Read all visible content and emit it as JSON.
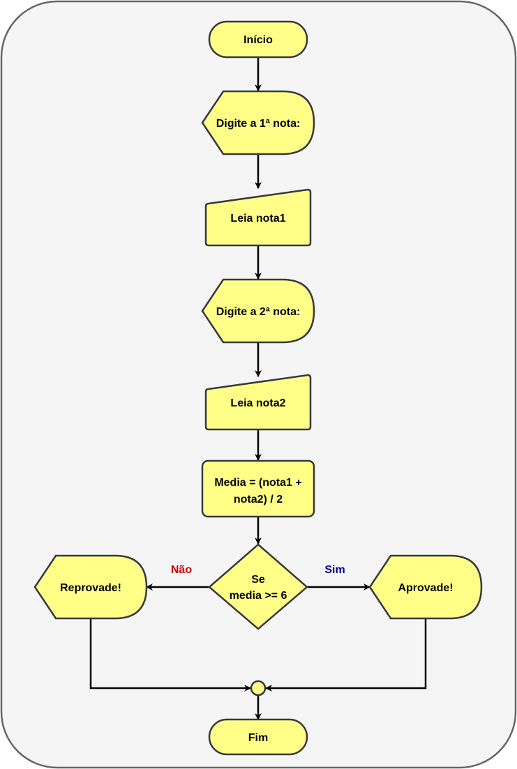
{
  "diagram": {
    "start_label": "Início",
    "display1_label": "Digite a 1ª nota:",
    "input1_label": "Leia nota1",
    "display2_label": "Digite a 2ª nota:",
    "input2_label": "Leia nota2",
    "process_label_line1": "Media = (nota1 +",
    "process_label_line2": "nota2) / 2",
    "decision_label_line1": "Se",
    "decision_label_line2": "media >= 6",
    "no_label": "Não",
    "yes_label": "Sim",
    "fail_output_label": "Reprovade!",
    "pass_output_label": "Aprovade!",
    "end_label": "Fim"
  },
  "colors": {
    "background": "#f5f5f5",
    "frame_stroke": "#666666",
    "shape_fill": "#ffff88",
    "shape_stroke": "#36393d",
    "no_label_color": "#cc0000",
    "yes_label_color": "#000099"
  }
}
